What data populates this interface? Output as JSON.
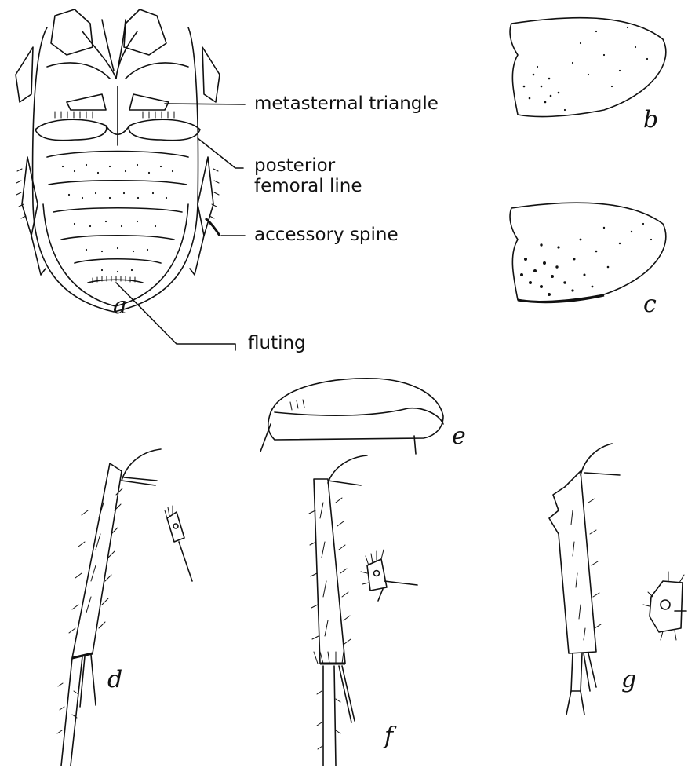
{
  "figure": {
    "callouts": {
      "metasternal_triangle": "metasternal triangle",
      "posterior_femoral_line": "posterior\n femoral line",
      "accessory_spine": "accessory spine",
      "fluting": "fluting"
    },
    "panel_letters": {
      "a": "a",
      "b": "b",
      "c": "c",
      "d": "d",
      "e": "e",
      "f": "f",
      "g": "g"
    }
  }
}
